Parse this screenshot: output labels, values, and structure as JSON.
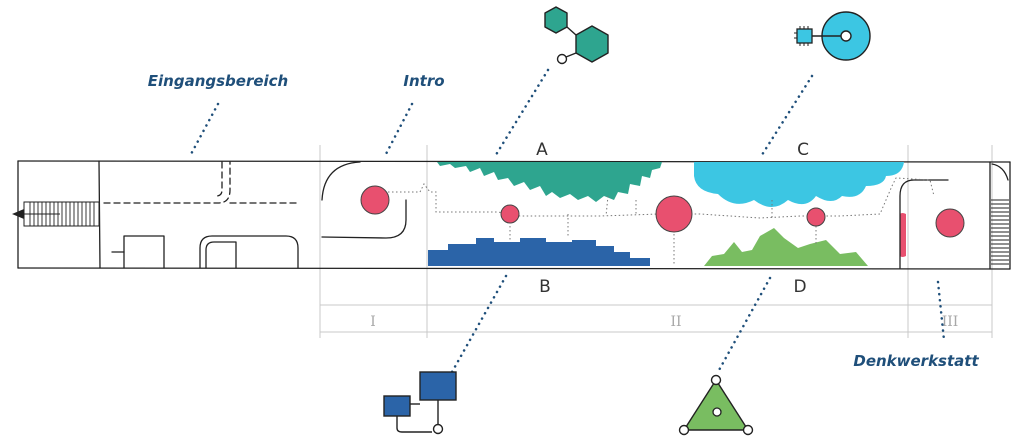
{
  "labels": {
    "entrance": "Eingangsbereich",
    "intro": "Intro",
    "workshop": "Denkwerkstatt"
  },
  "sections": {
    "a": "A",
    "b": "B",
    "c": "C",
    "d": "D"
  },
  "zones": {
    "one": "I",
    "two": "II",
    "three": "III"
  },
  "colors": {
    "a_teal": "#2ea58f",
    "b_blue": "#2b64a8",
    "c_cyan": "#3cc6e3",
    "d_green": "#79bd61",
    "station_pink": "#e8506f",
    "label_blue": "#1f4f7a"
  },
  "icons": {
    "a": "hexagon-molecule-icon",
    "b": "linked-squares-icon",
    "c": "chip-target-icon",
    "d": "triangle-network-icon"
  }
}
